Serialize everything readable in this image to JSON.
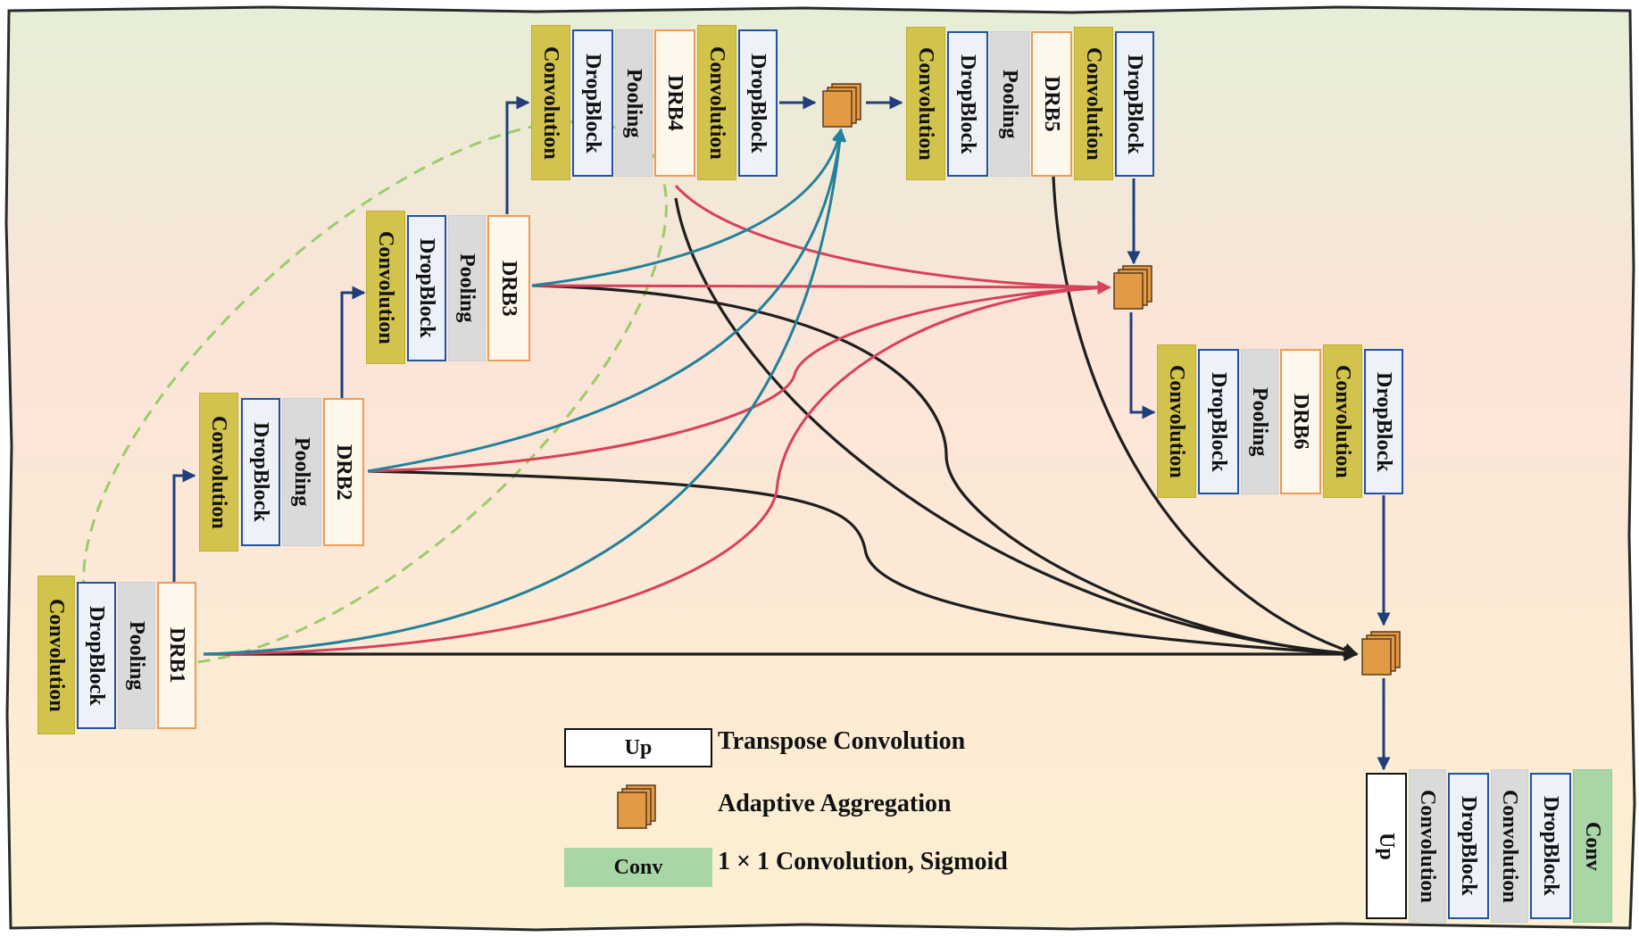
{
  "labels": {
    "convolution": "Convolution",
    "dropblock": "DropBlock",
    "pooling": "Pooling",
    "up": "Up",
    "conv": "Conv"
  },
  "blocks": {
    "drb1": "DRB1",
    "drb2": "DRB2",
    "drb3": "DRB3",
    "drb4": "DRB4",
    "drb5": "DRB5",
    "drb6": "DRB6"
  },
  "legend": {
    "up_box": "Up",
    "up_text": "Transpose Convolution",
    "agg_text": "Adaptive Aggregation",
    "conv_box": "Conv",
    "conv_text": "1 × 1 Convolution, Sigmoid"
  },
  "colors": {
    "convolution": "#d1c34b",
    "dropblock_border": "#1d54a3",
    "pooling": "#dadada",
    "drb_border": "#ee9b55",
    "conv_sigmoid": "#a8d6a6",
    "aggregation": "#e39a45",
    "link_black": "#1e1e1e",
    "link_red": "#d8415a",
    "link_teal": "#23819a",
    "arrow_blue": "#1f3f7a",
    "dashed_green": "#9ccc6a"
  }
}
